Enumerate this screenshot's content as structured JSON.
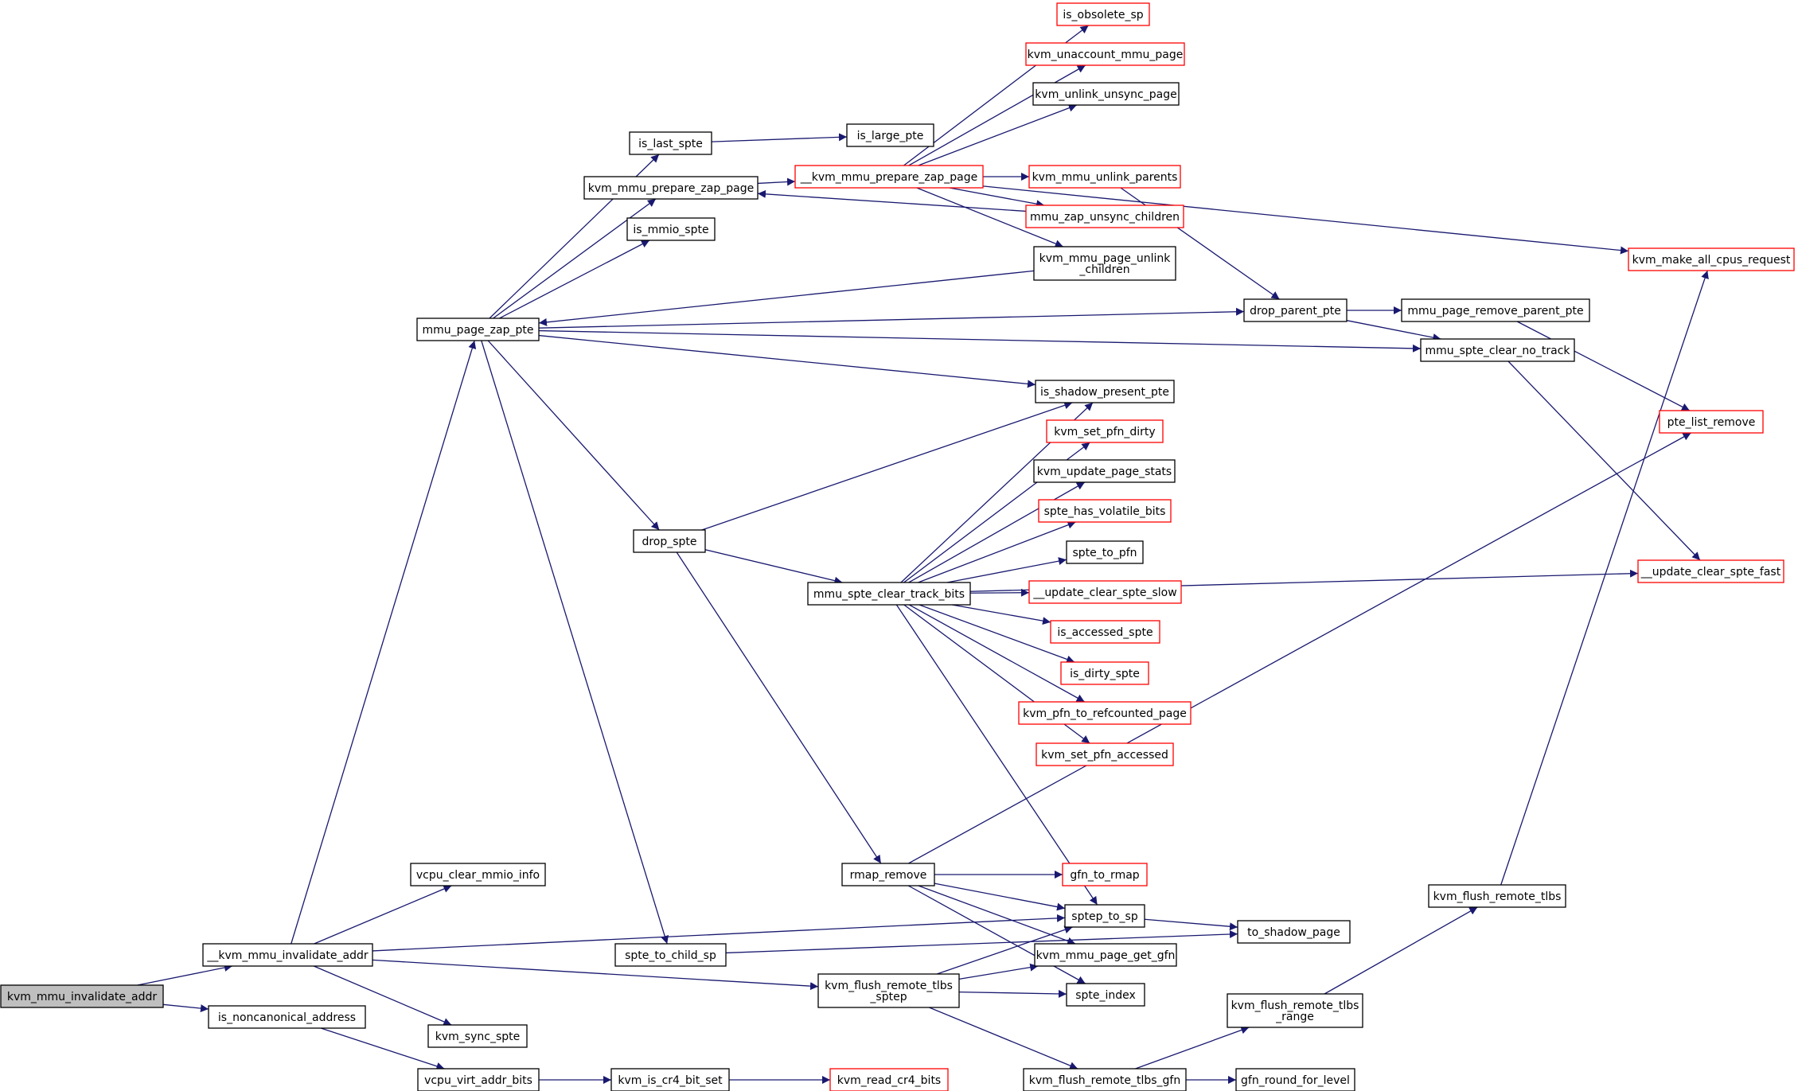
{
  "colors": {
    "edge": "#191970",
    "box_border": "#000000",
    "box_link_red": "#ff0000",
    "root_fill": "#bfbfbf",
    "box_fill": "#ffffff"
  },
  "root": "kvm_mmu_invalidate_addr",
  "nodes": [
    {
      "id": "kvm_mmu_invalidate_addr",
      "lines": [
        "kvm_mmu_invalidate_addr"
      ],
      "style": "root"
    },
    {
      "id": "__kvm_mmu_invalidate_addr",
      "lines": [
        "__kvm_mmu_invalidate_addr"
      ],
      "style": "normal"
    },
    {
      "id": "is_noncanonical_address",
      "lines": [
        "is_noncanonical_address"
      ],
      "style": "normal"
    },
    {
      "id": "mmu_page_zap_pte",
      "lines": [
        "mmu_page_zap_pte"
      ],
      "style": "normal"
    },
    {
      "id": "vcpu_clear_mmio_info",
      "lines": [
        "vcpu_clear_mmio_info"
      ],
      "style": "normal"
    },
    {
      "id": "kvm_sync_spte",
      "lines": [
        "kvm_sync_spte"
      ],
      "style": "normal"
    },
    {
      "id": "vcpu_virt_addr_bits",
      "lines": [
        "vcpu_virt_addr_bits"
      ],
      "style": "normal"
    },
    {
      "id": "is_last_spte",
      "lines": [
        "is_last_spte"
      ],
      "style": "normal"
    },
    {
      "id": "kvm_mmu_prepare_zap_page",
      "lines": [
        "kvm_mmu_prepare_zap_page"
      ],
      "style": "normal"
    },
    {
      "id": "is_mmio_spte",
      "lines": [
        "is_mmio_spte"
      ],
      "style": "normal"
    },
    {
      "id": "drop_spte",
      "lines": [
        "drop_spte"
      ],
      "style": "normal"
    },
    {
      "id": "spte_to_child_sp",
      "lines": [
        "spte_to_child_sp"
      ],
      "style": "normal"
    },
    {
      "id": "kvm_is_cr4_bit_set",
      "lines": [
        "kvm_is_cr4_bit_set"
      ],
      "style": "normal"
    },
    {
      "id": "is_large_pte",
      "lines": [
        "is_large_pte"
      ],
      "style": "normal"
    },
    {
      "id": "__kvm_mmu_prepare_zap_page",
      "lines": [
        "__kvm_mmu_prepare_zap_page"
      ],
      "style": "red"
    },
    {
      "id": "mmu_spte_clear_track_bits",
      "lines": [
        "mmu_spte_clear_track_bits"
      ],
      "style": "normal"
    },
    {
      "id": "rmap_remove",
      "lines": [
        "rmap_remove"
      ],
      "style": "normal"
    },
    {
      "id": "kvm_flush_remote_tlbs_sptep",
      "lines": [
        "kvm_flush_remote_tlbs",
        "_sptep"
      ],
      "style": "normal"
    },
    {
      "id": "kvm_read_cr4_bits",
      "lines": [
        "kvm_read_cr4_bits"
      ],
      "style": "red"
    },
    {
      "id": "is_obsolete_sp",
      "lines": [
        "is_obsolete_sp"
      ],
      "style": "red"
    },
    {
      "id": "kvm_unaccount_mmu_page",
      "lines": [
        "kvm_unaccount_mmu_page"
      ],
      "style": "red"
    },
    {
      "id": "kvm_unlink_unsync_page",
      "lines": [
        "kvm_unlink_unsync_page"
      ],
      "style": "normal"
    },
    {
      "id": "kvm_mmu_unlink_parents",
      "lines": [
        "kvm_mmu_unlink_parents"
      ],
      "style": "red"
    },
    {
      "id": "mmu_zap_unsync_children",
      "lines": [
        "mmu_zap_unsync_children"
      ],
      "style": "red"
    },
    {
      "id": "kvm_mmu_page_unlink_children",
      "lines": [
        "kvm_mmu_page_unlink",
        "_children"
      ],
      "style": "normal"
    },
    {
      "id": "is_shadow_present_pte",
      "lines": [
        "is_shadow_present_pte"
      ],
      "style": "normal"
    },
    {
      "id": "kvm_set_pfn_dirty",
      "lines": [
        "kvm_set_pfn_dirty"
      ],
      "style": "red"
    },
    {
      "id": "kvm_update_page_stats",
      "lines": [
        "kvm_update_page_stats"
      ],
      "style": "normal"
    },
    {
      "id": "spte_has_volatile_bits",
      "lines": [
        "spte_has_volatile_bits"
      ],
      "style": "red"
    },
    {
      "id": "spte_to_pfn",
      "lines": [
        "spte_to_pfn"
      ],
      "style": "normal"
    },
    {
      "id": "__update_clear_spte_slow",
      "lines": [
        "__update_clear_spte_slow"
      ],
      "style": "red"
    },
    {
      "id": "is_accessed_spte",
      "lines": [
        "is_accessed_spte"
      ],
      "style": "red"
    },
    {
      "id": "is_dirty_spte",
      "lines": [
        "is_dirty_spte"
      ],
      "style": "red"
    },
    {
      "id": "kvm_pfn_to_refcounted_page",
      "lines": [
        "kvm_pfn_to_refcounted_page"
      ],
      "style": "red"
    },
    {
      "id": "kvm_set_pfn_accessed",
      "lines": [
        "kvm_set_pfn_accessed"
      ],
      "style": "red"
    },
    {
      "id": "gfn_to_rmap",
      "lines": [
        "gfn_to_rmap"
      ],
      "style": "red"
    },
    {
      "id": "sptep_to_sp",
      "lines": [
        "sptep_to_sp"
      ],
      "style": "normal"
    },
    {
      "id": "kvm_mmu_page_get_gfn",
      "lines": [
        "kvm_mmu_page_get_gfn"
      ],
      "style": "normal"
    },
    {
      "id": "spte_index",
      "lines": [
        "spte_index"
      ],
      "style": "normal"
    },
    {
      "id": "kvm_flush_remote_tlbs_gfn",
      "lines": [
        "kvm_flush_remote_tlbs_gfn"
      ],
      "style": "normal"
    },
    {
      "id": "drop_parent_pte",
      "lines": [
        "drop_parent_pte"
      ],
      "style": "normal"
    },
    {
      "id": "to_shadow_page",
      "lines": [
        "to_shadow_page"
      ],
      "style": "normal"
    },
    {
      "id": "kvm_flush_remote_tlbs_range",
      "lines": [
        "kvm_flush_remote_tlbs",
        "_range"
      ],
      "style": "normal"
    },
    {
      "id": "gfn_round_for_level",
      "lines": [
        "gfn_round_for_level"
      ],
      "style": "normal"
    },
    {
      "id": "mmu_page_remove_parent_pte",
      "lines": [
        "mmu_page_remove_parent_pte"
      ],
      "style": "normal"
    },
    {
      "id": "mmu_spte_clear_no_track",
      "lines": [
        "mmu_spte_clear_no_track"
      ],
      "style": "normal"
    },
    {
      "id": "kvm_flush_remote_tlbs",
      "lines": [
        "kvm_flush_remote_tlbs"
      ],
      "style": "normal"
    },
    {
      "id": "kvm_make_all_cpus_request",
      "lines": [
        "kvm_make_all_cpus_request"
      ],
      "style": "red"
    },
    {
      "id": "pte_list_remove",
      "lines": [
        "pte_list_remove"
      ],
      "style": "red"
    },
    {
      "id": "__update_clear_spte_fast",
      "lines": [
        "__update_clear_spte_fast"
      ],
      "style": "red"
    }
  ],
  "edges": [
    {
      "from": "kvm_mmu_invalidate_addr",
      "to": "__kvm_mmu_invalidate_addr"
    },
    {
      "from": "kvm_mmu_invalidate_addr",
      "to": "is_noncanonical_address"
    },
    {
      "from": "__kvm_mmu_invalidate_addr",
      "to": "mmu_page_zap_pte"
    },
    {
      "from": "__kvm_mmu_invalidate_addr",
      "to": "vcpu_clear_mmio_info"
    },
    {
      "from": "__kvm_mmu_invalidate_addr",
      "to": "sptep_to_sp"
    },
    {
      "from": "__kvm_mmu_invalidate_addr",
      "to": "kvm_flush_remote_tlbs_sptep"
    },
    {
      "from": "__kvm_mmu_invalidate_addr",
      "to": "kvm_sync_spte"
    },
    {
      "from": "is_noncanonical_address",
      "to": "vcpu_virt_addr_bits"
    },
    {
      "from": "mmu_page_zap_pte",
      "to": "is_last_spte"
    },
    {
      "from": "mmu_page_zap_pte",
      "to": "kvm_mmu_prepare_zap_page"
    },
    {
      "from": "mmu_page_zap_pte",
      "to": "is_mmio_spte"
    },
    {
      "from": "mmu_page_zap_pte",
      "to": "drop_parent_pte"
    },
    {
      "from": "mmu_page_zap_pte",
      "to": "mmu_spte_clear_no_track"
    },
    {
      "from": "mmu_page_zap_pte",
      "to": "is_shadow_present_pte"
    },
    {
      "from": "mmu_page_zap_pte",
      "to": "drop_spte"
    },
    {
      "from": "mmu_page_zap_pte",
      "to": "spte_to_child_sp"
    },
    {
      "from": "vcpu_virt_addr_bits",
      "to": "kvm_is_cr4_bit_set"
    },
    {
      "from": "kvm_is_cr4_bit_set",
      "to": "kvm_read_cr4_bits"
    },
    {
      "from": "is_last_spte",
      "to": "is_large_pte"
    },
    {
      "from": "kvm_mmu_prepare_zap_page",
      "to": "__kvm_mmu_prepare_zap_page"
    },
    {
      "from": "__kvm_mmu_prepare_zap_page",
      "to": "is_obsolete_sp"
    },
    {
      "from": "__kvm_mmu_prepare_zap_page",
      "to": "kvm_unaccount_mmu_page"
    },
    {
      "from": "__kvm_mmu_prepare_zap_page",
      "to": "kvm_unlink_unsync_page"
    },
    {
      "from": "__kvm_mmu_prepare_zap_page",
      "to": "kvm_mmu_unlink_parents"
    },
    {
      "from": "__kvm_mmu_prepare_zap_page",
      "to": "mmu_zap_unsync_children"
    },
    {
      "from": "__kvm_mmu_prepare_zap_page",
      "to": "kvm_mmu_page_unlink_children"
    },
    {
      "from": "__kvm_mmu_prepare_zap_page",
      "to": "kvm_make_all_cpus_request"
    },
    {
      "from": "mmu_zap_unsync_children",
      "to": "kvm_mmu_prepare_zap_page"
    },
    {
      "from": "kvm_mmu_page_unlink_children",
      "to": "mmu_page_zap_pte"
    },
    {
      "from": "kvm_mmu_unlink_parents",
      "to": "drop_parent_pte"
    },
    {
      "from": "drop_parent_pte",
      "to": "mmu_page_remove_parent_pte"
    },
    {
      "from": "drop_parent_pte",
      "to": "mmu_spte_clear_no_track"
    },
    {
      "from": "mmu_page_remove_parent_pte",
      "to": "pte_list_remove"
    },
    {
      "from": "mmu_spte_clear_no_track",
      "to": "__update_clear_spte_fast"
    },
    {
      "from": "drop_spte",
      "to": "is_shadow_present_pte"
    },
    {
      "from": "drop_spte",
      "to": "mmu_spte_clear_track_bits"
    },
    {
      "from": "drop_spte",
      "to": "rmap_remove"
    },
    {
      "from": "mmu_spte_clear_track_bits",
      "to": "is_shadow_present_pte"
    },
    {
      "from": "mmu_spte_clear_track_bits",
      "to": "kvm_set_pfn_dirty"
    },
    {
      "from": "mmu_spte_clear_track_bits",
      "to": "kvm_update_page_stats"
    },
    {
      "from": "mmu_spte_clear_track_bits",
      "to": "spte_has_volatile_bits"
    },
    {
      "from": "mmu_spte_clear_track_bits",
      "to": "spte_to_pfn"
    },
    {
      "from": "mmu_spte_clear_track_bits",
      "to": "__update_clear_spte_slow"
    },
    {
      "from": "mmu_spte_clear_track_bits",
      "to": "is_accessed_spte"
    },
    {
      "from": "mmu_spte_clear_track_bits",
      "to": "is_dirty_spte"
    },
    {
      "from": "mmu_spte_clear_track_bits",
      "to": "kvm_pfn_to_refcounted_page"
    },
    {
      "from": "mmu_spte_clear_track_bits",
      "to": "kvm_set_pfn_accessed"
    },
    {
      "from": "mmu_spte_clear_track_bits",
      "to": "__update_clear_spte_fast"
    },
    {
      "from": "mmu_spte_clear_track_bits",
      "to": "sptep_to_sp"
    },
    {
      "from": "rmap_remove",
      "to": "pte_list_remove"
    },
    {
      "from": "rmap_remove",
      "to": "gfn_to_rmap"
    },
    {
      "from": "rmap_remove",
      "to": "sptep_to_sp"
    },
    {
      "from": "rmap_remove",
      "to": "kvm_mmu_page_get_gfn"
    },
    {
      "from": "rmap_remove",
      "to": "spte_index"
    },
    {
      "from": "spte_to_child_sp",
      "to": "to_shadow_page"
    },
    {
      "from": "kvm_flush_remote_tlbs_sptep",
      "to": "sptep_to_sp"
    },
    {
      "from": "kvm_flush_remote_tlbs_sptep",
      "to": "kvm_mmu_page_get_gfn"
    },
    {
      "from": "kvm_flush_remote_tlbs_sptep",
      "to": "spte_index"
    },
    {
      "from": "kvm_flush_remote_tlbs_sptep",
      "to": "kvm_flush_remote_tlbs_gfn"
    },
    {
      "from": "sptep_to_sp",
      "to": "to_shadow_page"
    },
    {
      "from": "kvm_flush_remote_tlbs_gfn",
      "to": "kvm_flush_remote_tlbs_range"
    },
    {
      "from": "kvm_flush_remote_tlbs_gfn",
      "to": "gfn_round_for_level"
    },
    {
      "from": "kvm_flush_remote_tlbs_range",
      "to": "kvm_flush_remote_tlbs"
    },
    {
      "from": "kvm_flush_remote_tlbs",
      "to": "kvm_make_all_cpus_request"
    }
  ]
}
